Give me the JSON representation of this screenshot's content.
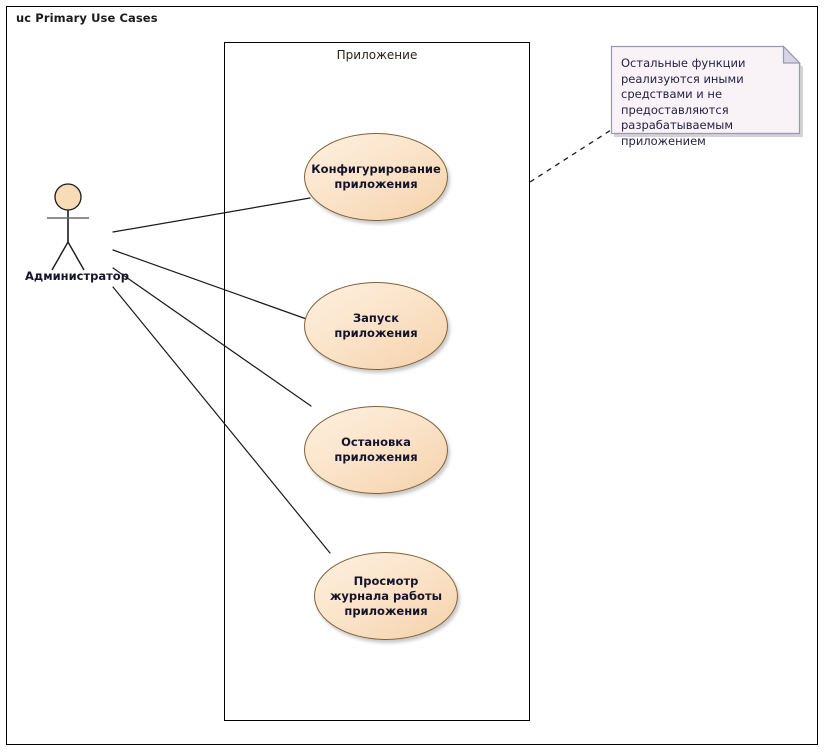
{
  "diagram": {
    "frame_title": "uc Primary Use Cases",
    "type": "uml-use-case-diagram",
    "colors": {
      "usecase_fill_light": "#fdf0e0",
      "usecase_fill_dark": "#f4d2ab",
      "usecase_border": "#806238",
      "note_fill": "#f9f2f7",
      "note_border": "#9a97b5",
      "line": "#1a1a1a",
      "text": "#14142e",
      "background": "#ffffff"
    }
  },
  "boundary": {
    "label": "Приложение",
    "name": "system-boundary"
  },
  "actor": {
    "label": "Администратор",
    "icon": "stick-figure-actor-icon"
  },
  "use_cases": [
    {
      "id": "uc-configure",
      "label": "Конфигурирование приложения"
    },
    {
      "id": "uc-start",
      "label": "Запуск приложения"
    },
    {
      "id": "uc-stop",
      "label": "Остановка приложения"
    },
    {
      "id": "uc-view-log",
      "label": "Просмотр журнала работы приложения"
    }
  ],
  "note": {
    "text": "Остальные функции реализуются иными средствами и не предоставляются разрабатываемым приложением",
    "anchor": "dashed-link-to-boundary"
  },
  "associations": [
    {
      "from": "actor",
      "to": "uc-configure"
    },
    {
      "from": "actor",
      "to": "uc-start"
    },
    {
      "from": "actor",
      "to": "uc-stop"
    },
    {
      "from": "actor",
      "to": "uc-view-log"
    }
  ]
}
